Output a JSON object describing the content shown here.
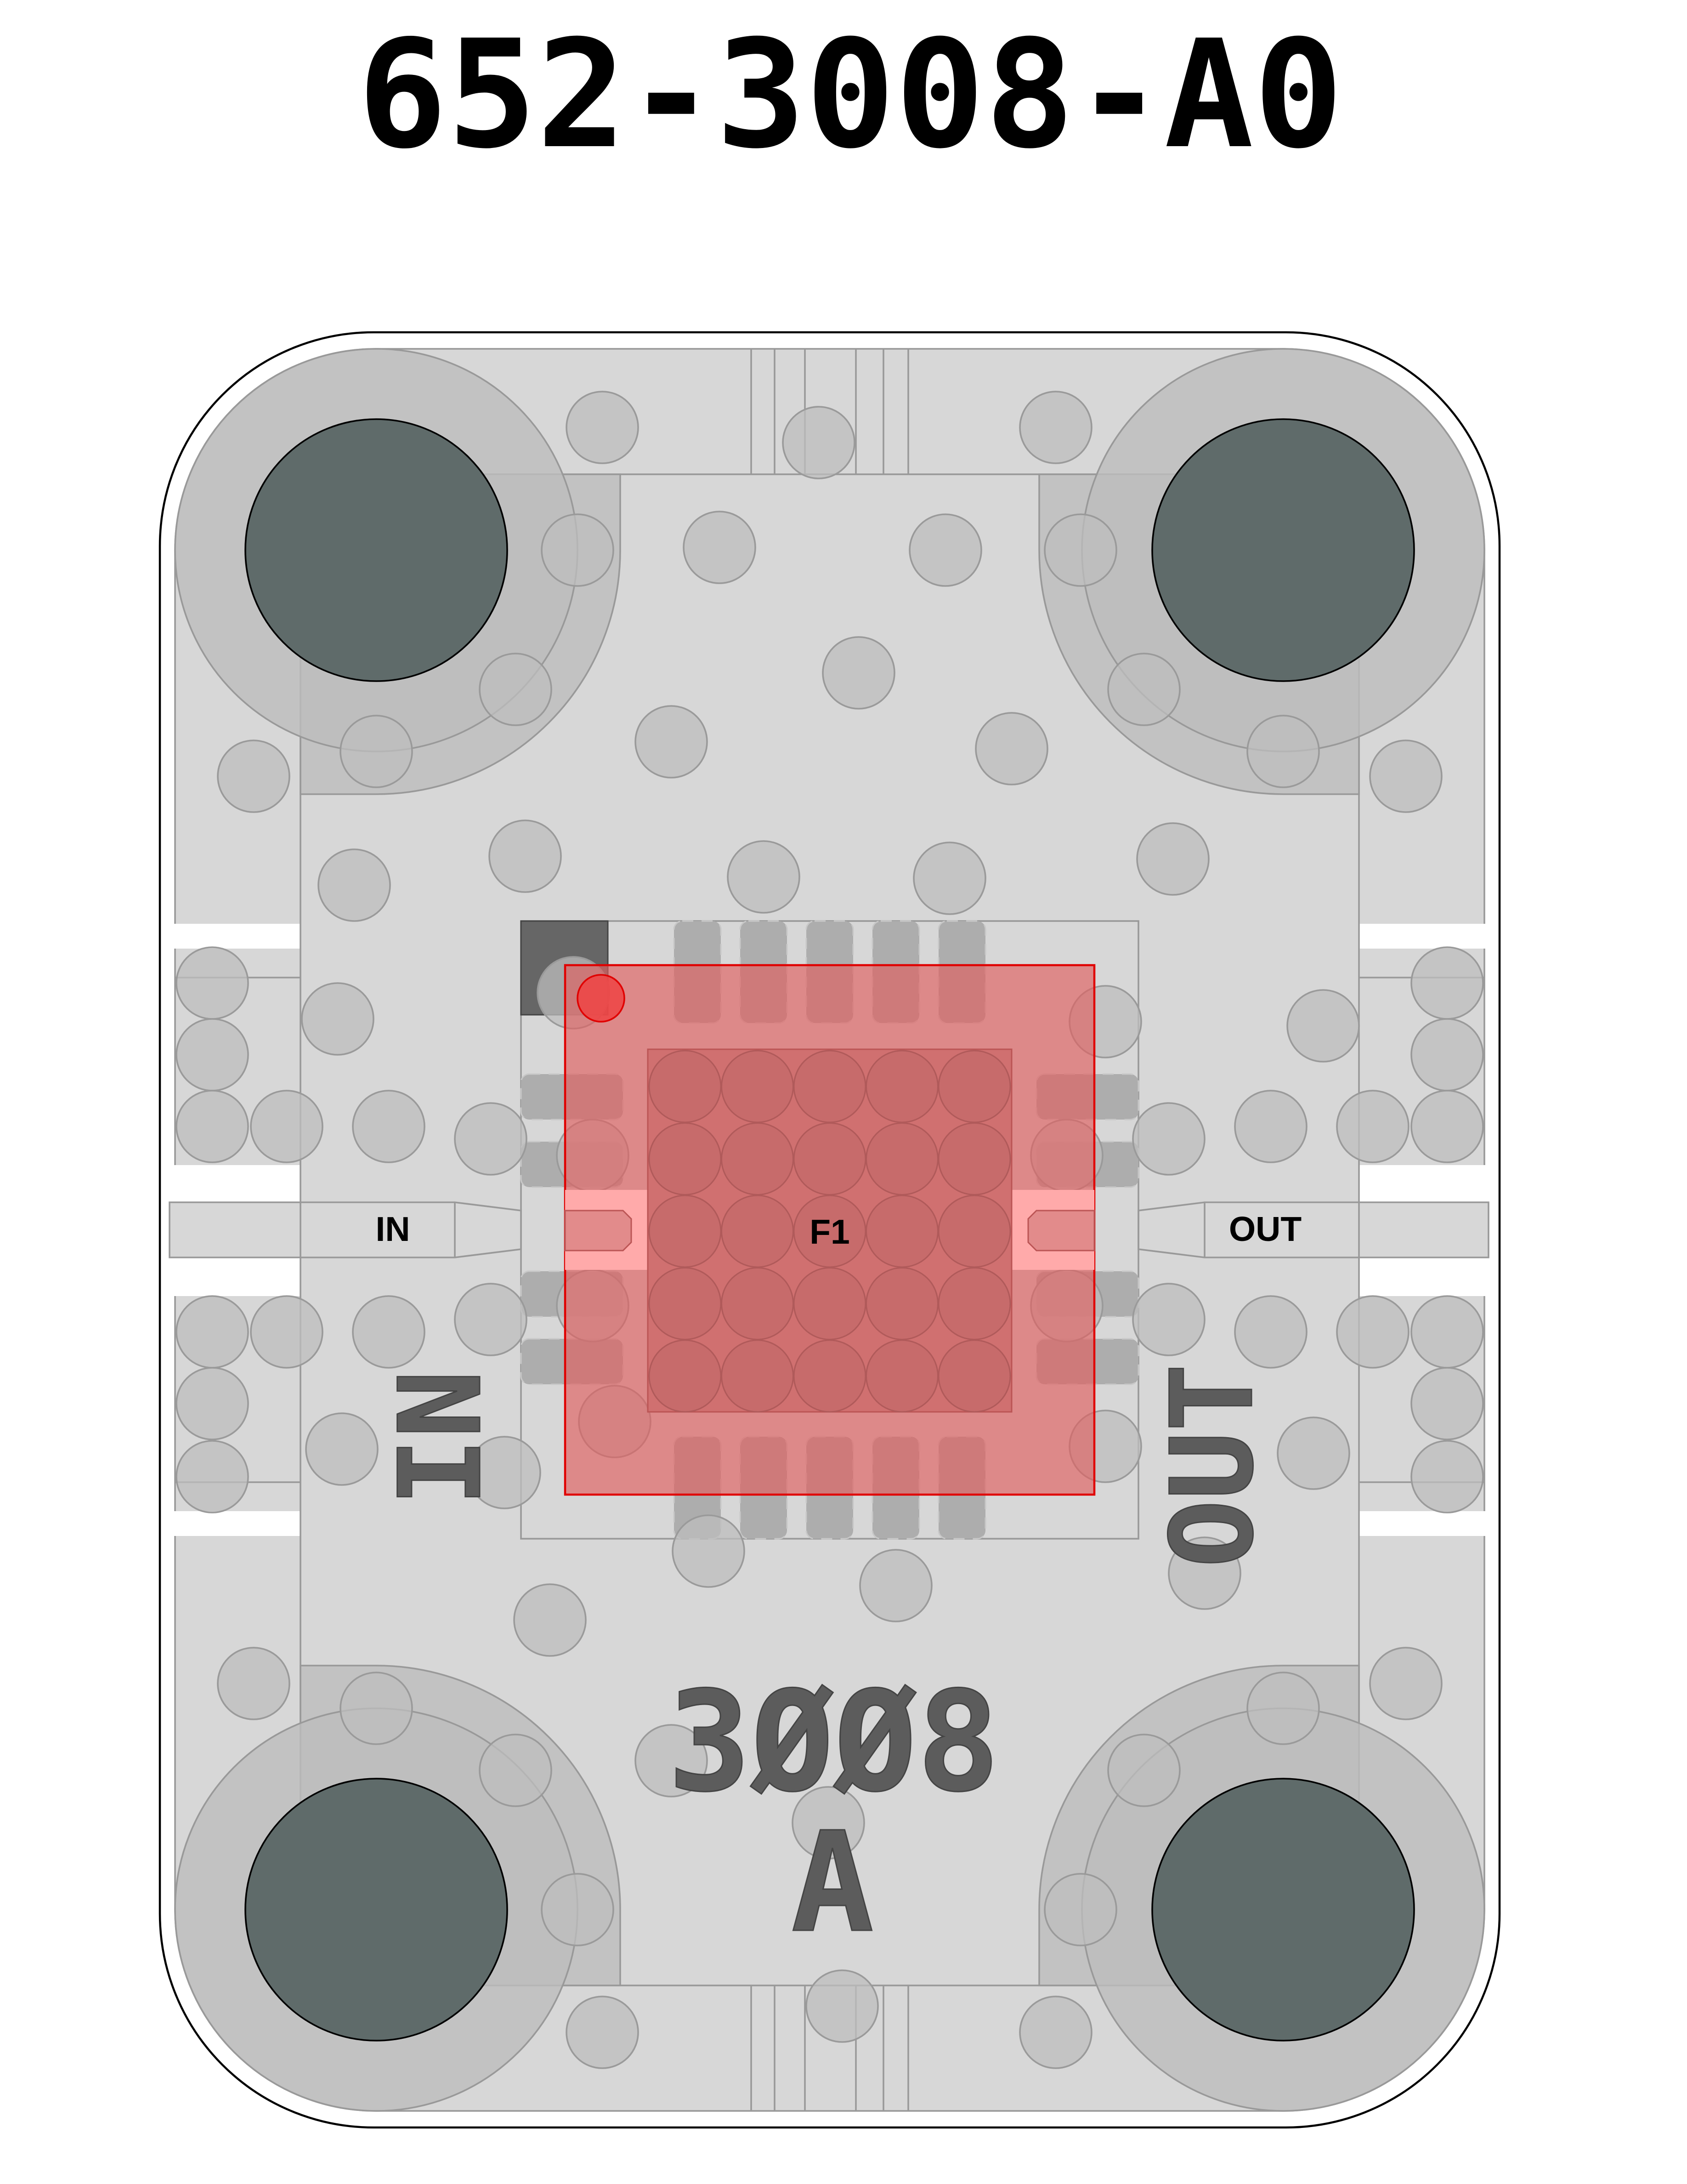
{
  "title": "652-3008-A0",
  "board": {
    "trace_labels": {
      "input": "IN",
      "output": "OUT"
    },
    "component_ref": "F1",
    "silkscreen": {
      "input": "IN",
      "output": "OUT",
      "part_number": "3ØØ8",
      "revision": "A"
    }
  },
  "colors": {
    "board_fill": "#d7d7d7",
    "mounting_hole": "#5f6b6a",
    "component_highlight": "#e06060",
    "highlight_outline": "#e00000",
    "silkscreen": "#5c5c5c"
  }
}
